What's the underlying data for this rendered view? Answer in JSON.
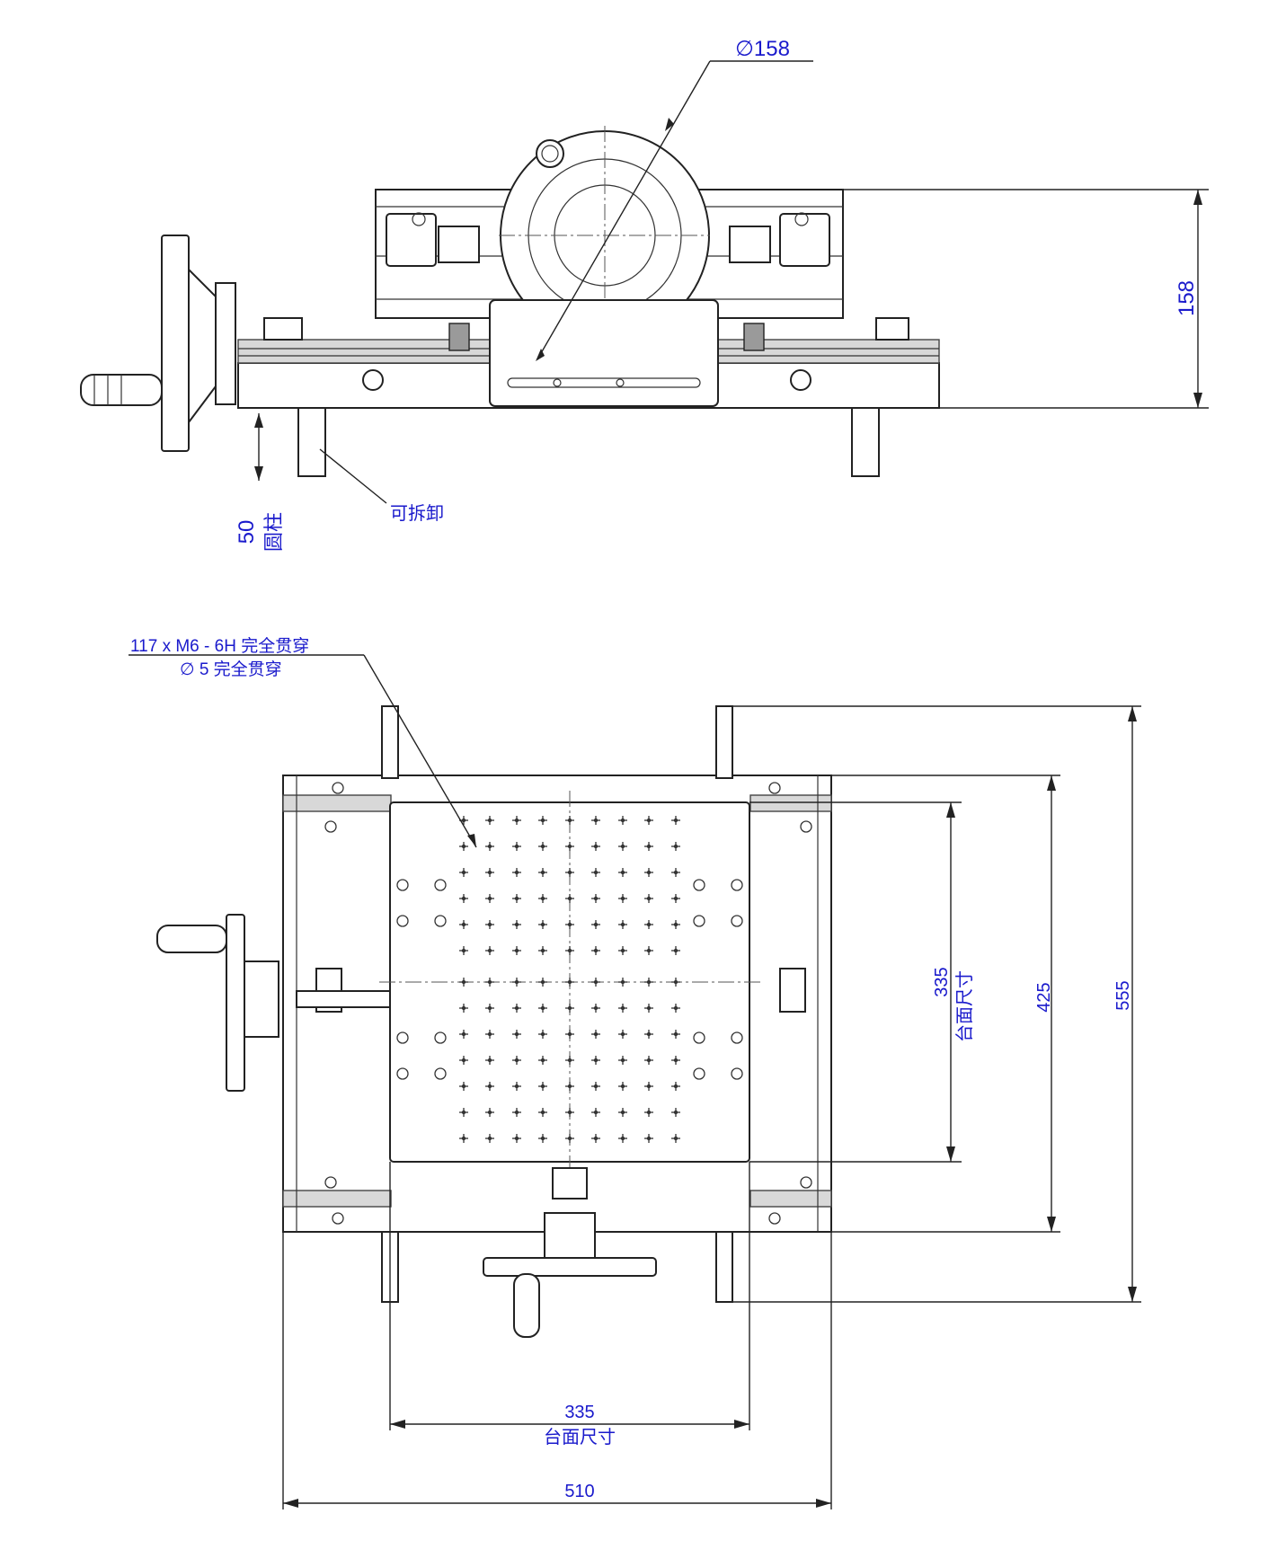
{
  "top_view": {
    "diameter_label": "∅158",
    "height_label": "158",
    "post_height_label": "50",
    "post_label": "圆柱",
    "removable_note": "可拆卸"
  },
  "plan_view": {
    "holes_note_line1": "117 x  M6 - 6H 完全贯穿",
    "holes_note_line2": "∅ 5 完全贯穿",
    "table_height_value": "335",
    "table_height_caption": "台面尺寸",
    "mid_height_value": "425",
    "overall_height_value": "555",
    "table_width_value": "335",
    "table_width_caption": "台面尺寸",
    "overall_width_value": "510"
  },
  "colors": {
    "dimension_text": "#1a1acc",
    "lines": "#222222"
  }
}
